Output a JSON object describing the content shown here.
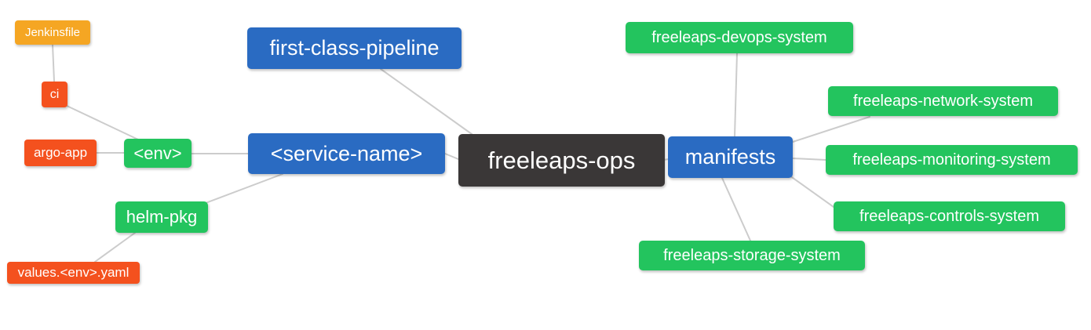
{
  "palette": {
    "blue": "#2A6BC2",
    "green": "#23C45E",
    "orange": "#F5A623",
    "red": "#F4511E",
    "dark": "#3A3737",
    "edge": "#CCCCCC",
    "text": "#FFFFFF",
    "background": "#FFFFFF"
  },
  "nodes": {
    "jenkinsfile": {
      "label": "Jenkinsfile",
      "color": "orange"
    },
    "ci": {
      "label": "ci",
      "color": "red"
    },
    "argo_app": {
      "label": "argo-app",
      "color": "red"
    },
    "env": {
      "label": "<env>",
      "color": "green"
    },
    "first_class_pipeline": {
      "label": "first-class-pipeline",
      "color": "blue"
    },
    "service_name": {
      "label": "<service-name>",
      "color": "blue"
    },
    "freeleaps_ops": {
      "label": "freeleaps-ops",
      "color": "dark"
    },
    "manifests": {
      "label": "manifests",
      "color": "blue"
    },
    "devops_system": {
      "label": "freeleaps-devops-system",
      "color": "green"
    },
    "network_system": {
      "label": "freeleaps-network-system",
      "color": "green"
    },
    "monitoring_system": {
      "label": "freeleaps-monitoring-system",
      "color": "green"
    },
    "controls_system": {
      "label": "freeleaps-controls-system",
      "color": "green"
    },
    "storage_system": {
      "label": "freeleaps-storage-system",
      "color": "green"
    },
    "helm_pkg": {
      "label": "helm-pkg",
      "color": "green"
    },
    "values_yaml": {
      "label": "values.<env>.yaml",
      "color": "red"
    }
  },
  "edges": [
    {
      "from": "jenkinsfile",
      "to": "ci"
    },
    {
      "from": "ci",
      "to": "env"
    },
    {
      "from": "argo_app",
      "to": "env"
    },
    {
      "from": "env",
      "to": "service_name"
    },
    {
      "from": "service_name",
      "to": "freeleaps_ops"
    },
    {
      "from": "first_class_pipeline",
      "to": "freeleaps_ops"
    },
    {
      "from": "service_name",
      "to": "helm_pkg"
    },
    {
      "from": "helm_pkg",
      "to": "values_yaml"
    },
    {
      "from": "freeleaps_ops",
      "to": "manifests"
    },
    {
      "from": "manifests",
      "to": "devops_system"
    },
    {
      "from": "manifests",
      "to": "network_system"
    },
    {
      "from": "manifests",
      "to": "monitoring_system"
    },
    {
      "from": "manifests",
      "to": "controls_system"
    },
    {
      "from": "manifests",
      "to": "storage_system"
    }
  ]
}
